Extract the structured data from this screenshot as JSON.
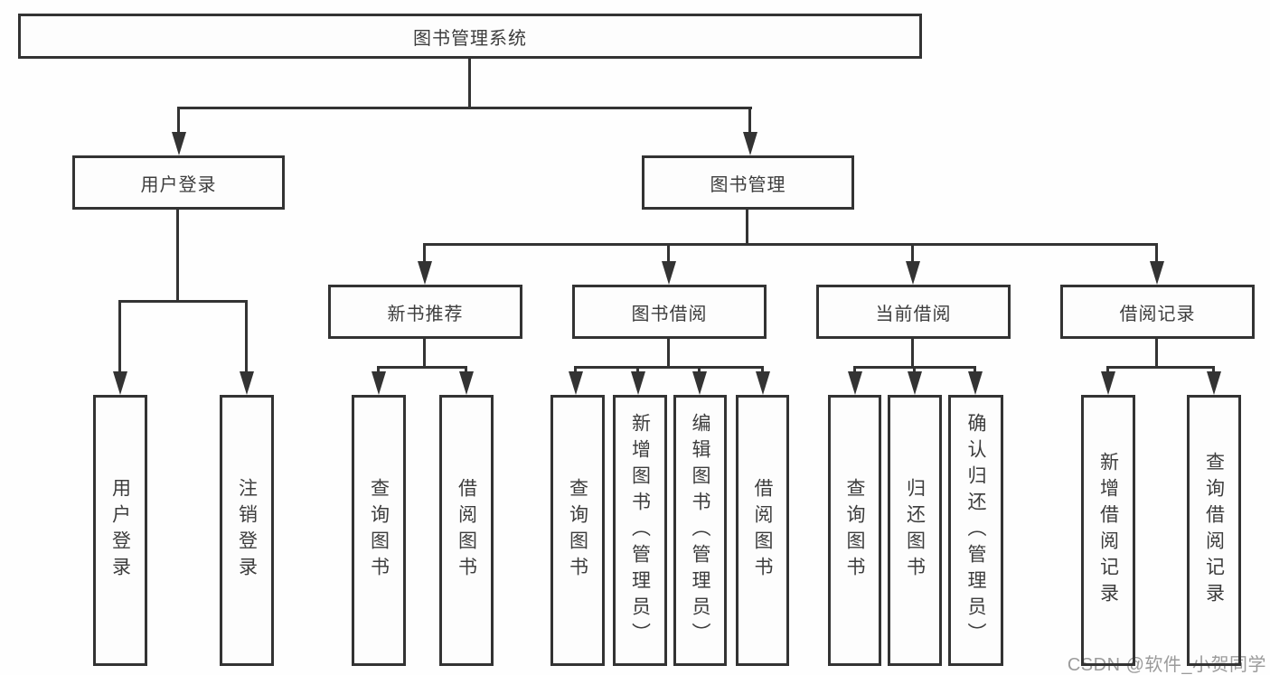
{
  "diagram": {
    "root": {
      "label": "图书管理系统"
    },
    "level2": [
      {
        "label": "用户登录"
      },
      {
        "label": "图书管理"
      }
    ],
    "level3": [
      {
        "label": "新书推荐"
      },
      {
        "label": "图书借阅"
      },
      {
        "label": "当前借阅"
      },
      {
        "label": "借阅记录"
      }
    ],
    "leaves": {
      "user_login": [
        "用户登录",
        "注销登录"
      ],
      "new_book": [
        "查询图书",
        "借阅图书"
      ],
      "book_borrow": [
        "查询图书",
        "新增图书（管理员）",
        "编辑图书（管理员）",
        "借阅图书"
      ],
      "current_borrow": [
        "查询图书",
        "归还图书",
        "确认归还（管理员）"
      ],
      "borrow_record": [
        "新增借阅记录",
        "查询借阅记录"
      ]
    }
  },
  "watermark": {
    "text": "CSDN @软件_小贺同学"
  },
  "colors": {
    "line": "#333333",
    "text": "#3d3d3d",
    "background": "#ffffff",
    "watermark": "#9b9b9b"
  }
}
